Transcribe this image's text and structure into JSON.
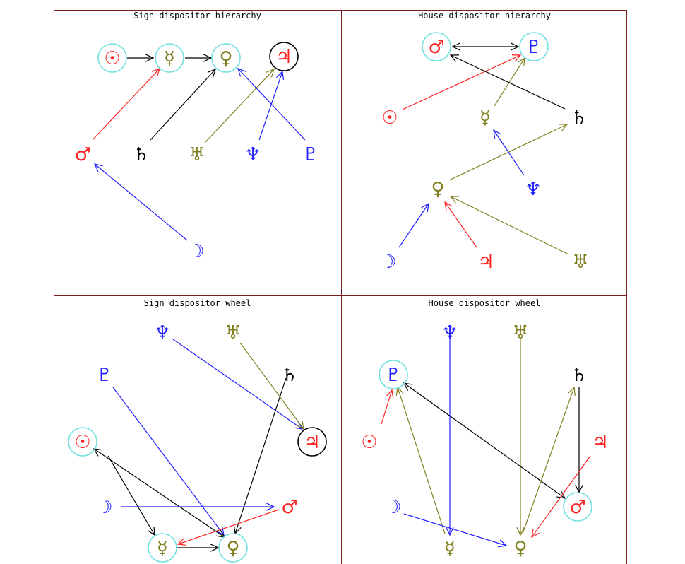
{
  "panels": [
    {
      "title": "Sign dispositor hierarchy"
    },
    {
      "title": "House dispositor hierarchy"
    },
    {
      "title": "Sign dispositor wheel"
    },
    {
      "title": "House dispositor wheel"
    }
  ],
  "glyphs": {
    "sun": "☉",
    "moon": "☽",
    "mercury": "☿",
    "venus": "♀",
    "mars": "♂",
    "jupiter": "♃",
    "saturn": "♄",
    "uranus": "♅",
    "neptune": "♆",
    "pluto": "♇"
  },
  "colors": {
    "border": "#7a1f1f",
    "red": "#ff2020",
    "olive": "#808020",
    "blue": "#2020ff",
    "black": "#000000",
    "cyan": "#70e0e0"
  }
}
